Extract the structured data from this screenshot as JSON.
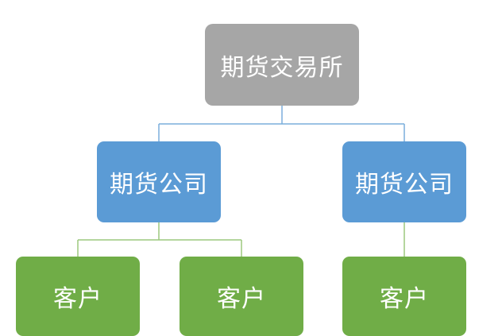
{
  "diagram": {
    "root": {
      "label": "期货交易所"
    },
    "firms": [
      {
        "label": "期货公司"
      },
      {
        "label": "期货公司"
      }
    ],
    "clients": [
      {
        "label": "客户"
      },
      {
        "label": "客户"
      },
      {
        "label": "客户"
      }
    ]
  },
  "colors": {
    "root_fill": "#a6a6a6",
    "firm_fill": "#5b9bd5",
    "client_fill": "#70ad47",
    "root_connector": "#7aaedc",
    "firm_connector": "#9cc97e",
    "text": "#ffffff"
  }
}
